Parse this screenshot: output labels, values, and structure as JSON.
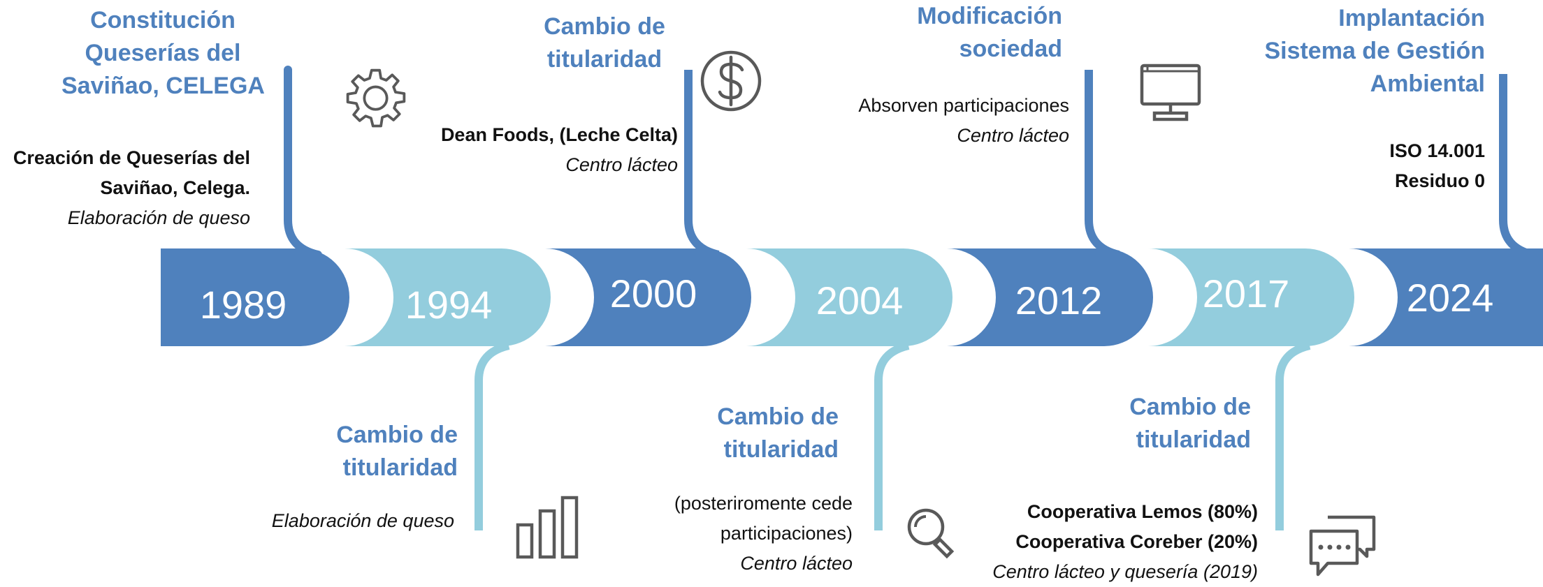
{
  "colors": {
    "dark": "#4f81bd",
    "light": "#93cddd",
    "icon": "#595959",
    "title": "#4f81bd"
  },
  "years": [
    "1989",
    "1994",
    "2000",
    "2004",
    "2012",
    "2017",
    "2024"
  ],
  "milestones": {
    "m1989": {
      "title": [
        "Constitución",
        "Queserías del",
        "Saviñao, CELEGA"
      ],
      "desc": [
        "Creación de Queserías del",
        "Saviñao, Celega.",
        "Elaboración de queso"
      ],
      "icon": "gear-icon"
    },
    "m1994": {
      "title": [
        "Cambio de",
        "titularidad"
      ],
      "desc": [
        "Elaboración de queso"
      ],
      "icon": "bar-chart-icon"
    },
    "m2000": {
      "title": [
        "Cambio de",
        "titularidad"
      ],
      "desc": [
        "Dean Foods, (Leche Celta)",
        "Centro lácteo"
      ],
      "icon": "dollar-icon"
    },
    "m2004": {
      "title": [
        "Cambio de",
        "titularidad"
      ],
      "desc": [
        "(posteriromente cede",
        "participaciones)",
        "Centro lácteo"
      ],
      "icon": "search-icon"
    },
    "m2012": {
      "title": [
        "Modificación",
        "sociedad"
      ],
      "desc": [
        "Absorven participaciones",
        "Centro lácteo"
      ],
      "icon": "computer-icon"
    },
    "m2017": {
      "title": [
        "Cambio de",
        "titularidad"
      ],
      "desc": [
        "Cooperativa Lemos (80%)",
        "Cooperativa Coreber (20%)",
        "Centro lácteo y quesería (2019)"
      ],
      "icon": "chat-icon"
    },
    "m2024": {
      "title": [
        "Implantación",
        "Sistema de Gestión",
        "Ambiental"
      ],
      "desc": [
        "ISO 14.001",
        "Residuo 0"
      ]
    }
  }
}
